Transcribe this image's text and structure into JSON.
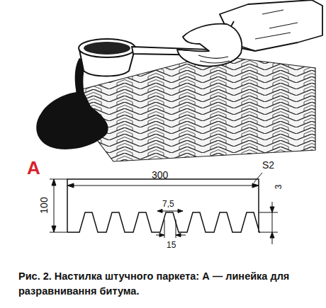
{
  "diagram": {
    "caption": "Рис. 2. Настилка штучного паркета: А — линейка для разравнивання битума.",
    "labels": [
      "A",
      "300",
      "100",
      "7,5",
      "15",
      "S2",
      "3"
    ]
  }
}
